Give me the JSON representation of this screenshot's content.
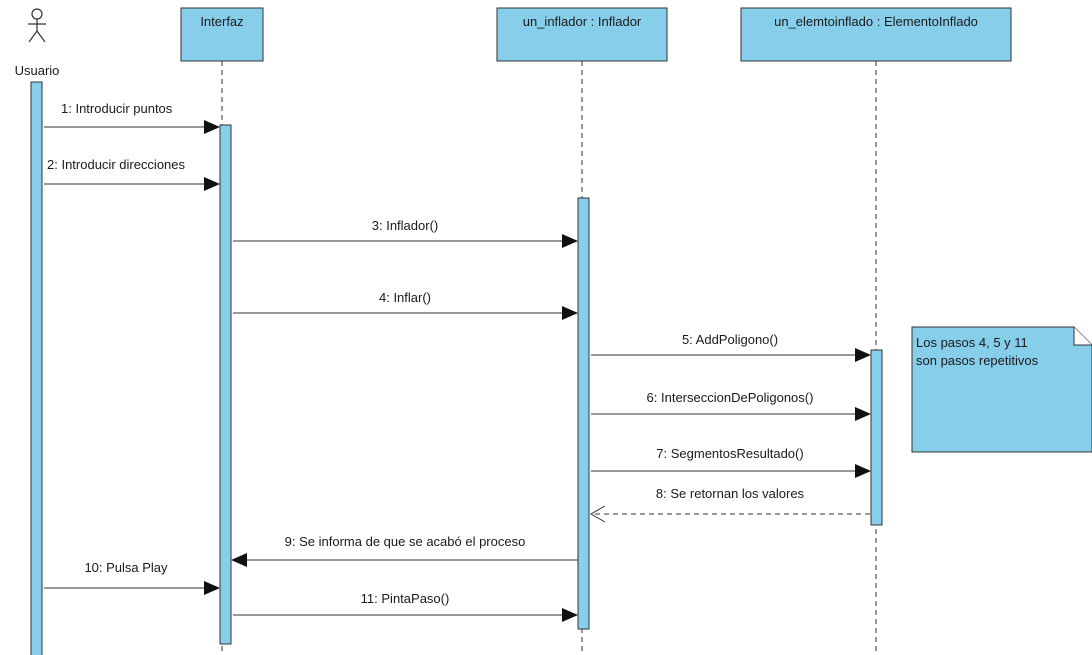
{
  "colors": {
    "fill": "#87ceeb",
    "stroke": "#333333"
  },
  "actor": {
    "name": "Usuario",
    "icon": "stick-figure-icon"
  },
  "lifelines": [
    {
      "id": "interfaz",
      "label": "Interfaz"
    },
    {
      "id": "inflador",
      "label": "un_inflador : Inflador"
    },
    {
      "id": "elemento",
      "label": "un_elemtoinflado : ElementoInflado"
    }
  ],
  "messages": [
    {
      "label": "1: Introducir puntos",
      "from": "usuario",
      "to": "interfaz",
      "type": "sync"
    },
    {
      "label": "2: Introducir direcciones",
      "from": "usuario",
      "to": "interfaz",
      "type": "sync"
    },
    {
      "label": "3: Inflador()",
      "from": "interfaz",
      "to": "inflador",
      "type": "sync"
    },
    {
      "label": "4: Inflar()",
      "from": "interfaz",
      "to": "inflador",
      "type": "sync"
    },
    {
      "label": "5: AddPoligono()",
      "from": "inflador",
      "to": "elemento",
      "type": "sync"
    },
    {
      "label": "6: InterseccionDePoligonos()",
      "from": "inflador",
      "to": "elemento",
      "type": "sync"
    },
    {
      "label": "7: SegmentosResultado()",
      "from": "inflador",
      "to": "elemento",
      "type": "sync"
    },
    {
      "label": "8: Se retornan los valores",
      "from": "elemento",
      "to": "inflador",
      "type": "return"
    },
    {
      "label": "9: Se informa de que se acabó el proceso",
      "from": "inflador",
      "to": "interfaz",
      "type": "sync"
    },
    {
      "label": "10: Pulsa Play",
      "from": "usuario",
      "to": "interfaz",
      "type": "sync"
    },
    {
      "label": "11: PintaPaso()",
      "from": "interfaz",
      "to": "inflador",
      "type": "sync"
    }
  ],
  "note": {
    "lines": [
      "Los pasos 4, 5 y 11",
      "son pasos repetitivos"
    ]
  }
}
